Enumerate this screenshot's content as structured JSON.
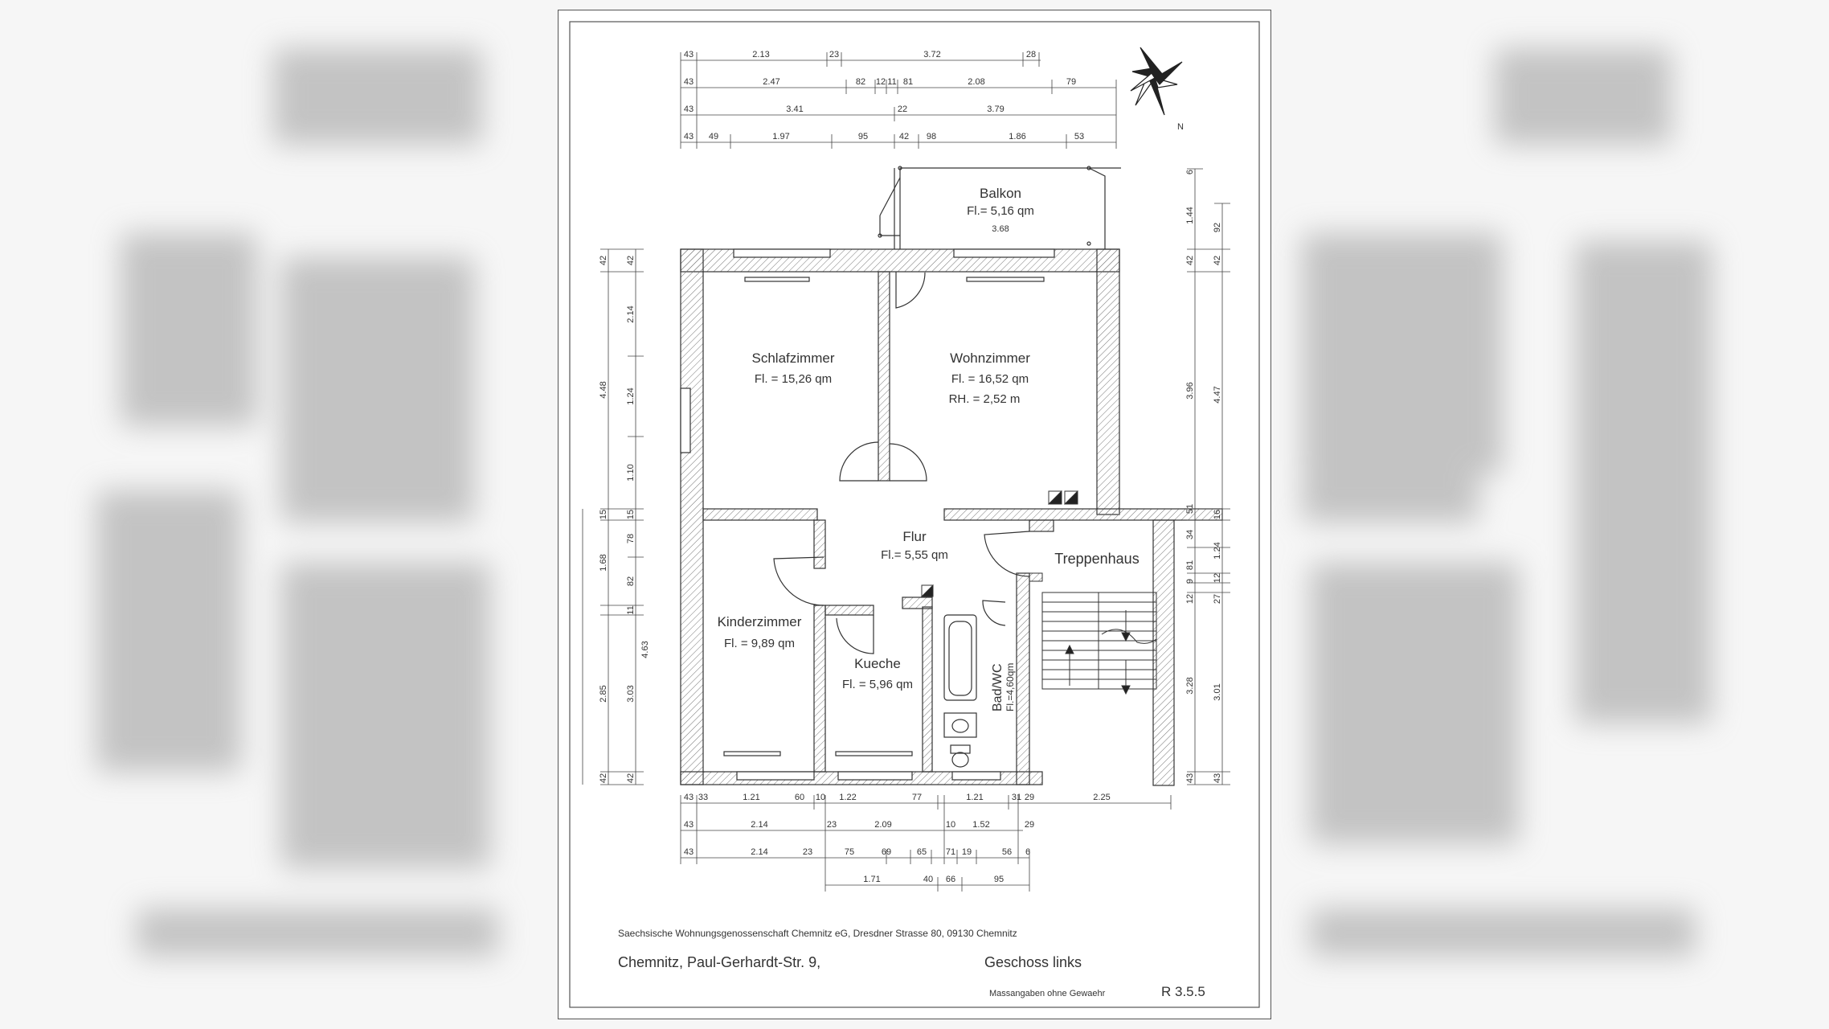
{
  "plan": {
    "rooms": [
      {
        "name": "Balkon",
        "area": "Fl.= 5,16 qm",
        "extra": "3.68"
      },
      {
        "name": "Schlafzimmer",
        "area": "Fl. = 15,26 qm"
      },
      {
        "name": "Wohnzimmer",
        "area": "Fl. = 16,52 qm",
        "height": "RH. = 2,52 m"
      },
      {
        "name": "Flur",
        "area": "Fl.= 5,55 qm"
      },
      {
        "name": "Treppenhaus"
      },
      {
        "name": "Kinderzimmer",
        "area": "Fl. = 9,89 qm"
      },
      {
        "name": "Kueche",
        "area": "Fl. = 5,96 qm"
      },
      {
        "name": "Bad/WC",
        "area": "Fl.=4,60qm"
      }
    ],
    "compass": "N"
  },
  "dims": {
    "top1": [
      "43",
      "2.13",
      "23",
      "3.72",
      "28"
    ],
    "top2": [
      "43",
      "2.47",
      "82",
      "12",
      "11",
      "81",
      "2.08",
      "79"
    ],
    "top3": [
      "43",
      "3.41",
      "22",
      "3.79"
    ],
    "top4": [
      "43",
      "49",
      "1.97",
      "95",
      "42",
      "98",
      "1.86",
      "53"
    ],
    "bot1": [
      "43",
      "33",
      "1.21",
      "60",
      "10",
      "1.22",
      "77",
      "1.21",
      "31",
      "29",
      "2.25"
    ],
    "bot2": [
      "43",
      "2.14",
      "23",
      "2.09",
      "10",
      "1.52",
      "29"
    ],
    "bot3": [
      "43",
      "2.14",
      "23",
      "75",
      "69",
      "65",
      "71",
      "19",
      "56",
      "6"
    ],
    "bot4": [
      "1.71",
      "40",
      "66",
      "95"
    ],
    "left1": [
      "42",
      "2.14",
      "1.24",
      "1.10",
      "15",
      "78",
      "82",
      "11",
      "3.03",
      "42"
    ],
    "left2": [
      "42",
      "4.48",
      "15",
      "1.68",
      "2.85",
      "42"
    ],
    "left_inner": [
      "4.63"
    ],
    "right1": [
      "6",
      "1.44",
      "42",
      "3.96",
      "51",
      "34",
      "81",
      "9",
      "12",
      "3.28",
      "43"
    ],
    "right2": [
      "92",
      "42",
      "4.47",
      "16",
      "1.24",
      "12",
      "27",
      "3.01",
      "43"
    ]
  },
  "footer": {
    "company": "Saechsische Wohnungsgenossenschaft Chemnitz eG, Dresdner Strasse 80,  09130 Chemnitz",
    "address": "Chemnitz, Paul-Gerhardt-Str. 9,",
    "floor": "Geschoss links",
    "note": "Massangaben ohne Gewaehr",
    "code": "R 3.5.5"
  },
  "colors": {
    "line": "#333333",
    "hatch": "#777777"
  }
}
